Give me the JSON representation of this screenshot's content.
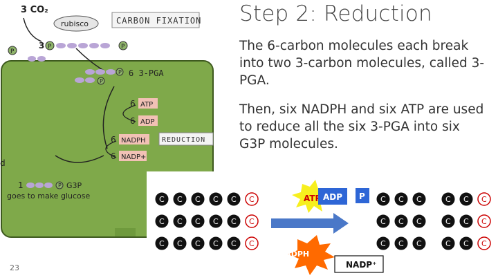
{
  "slide": {
    "title": "Step 2: Reduction",
    "paragraphs": [
      "The 6-carbon molecules each break into two 3-carbon molecules, called 3-PGA.",
      "Then, six NADPH and six ATP are used to reduce all the six 3-PGA into six G3P molecules."
    ],
    "page_number": "23"
  },
  "illustration": {
    "co2_label": "3 CO₂",
    "rubisco_label": "rubisco",
    "carbon_fixation_label": "CARBON FIXATION",
    "p_labels": [
      "P",
      "3",
      "P",
      "P",
      "P",
      "P"
    ],
    "pga_label": "6 3-PGA",
    "atp_label": "6",
    "atp_text": "ATP",
    "adp_label": "6",
    "adp_text": "ADP",
    "nadph_label": "6",
    "nadph_text": "NADPH",
    "nadp_label": "6",
    "nadp_text": "NADP+",
    "reduction_label": "REDUCTION",
    "g3p_count": "1",
    "g3p_p": "P",
    "g3p_text": "G3P",
    "glucose_text": "goes to make glucose",
    "edge_letter": "d",
    "colors": {
      "stroma": "#7fa94a",
      "molecule": "#b9a5d6",
      "phosphate": "#8fb46a",
      "atp_box": "#f2c1b5"
    }
  },
  "diagram": {
    "carbon_letter": "C",
    "atp_text": "ATP",
    "adp_text": "ADP",
    "p_text": "P",
    "nadph_text": "NADPH",
    "nadp_text": "NADP⁺",
    "colors": {
      "black_atom": "#111111",
      "red_outline": "#cc0000",
      "atp_star": "#f7ef1e",
      "nadph_star": "#ff6a00",
      "adp_box": "#2e66d6",
      "p_box": "#2e66d6",
      "arrow": "#4a78c8"
    }
  }
}
